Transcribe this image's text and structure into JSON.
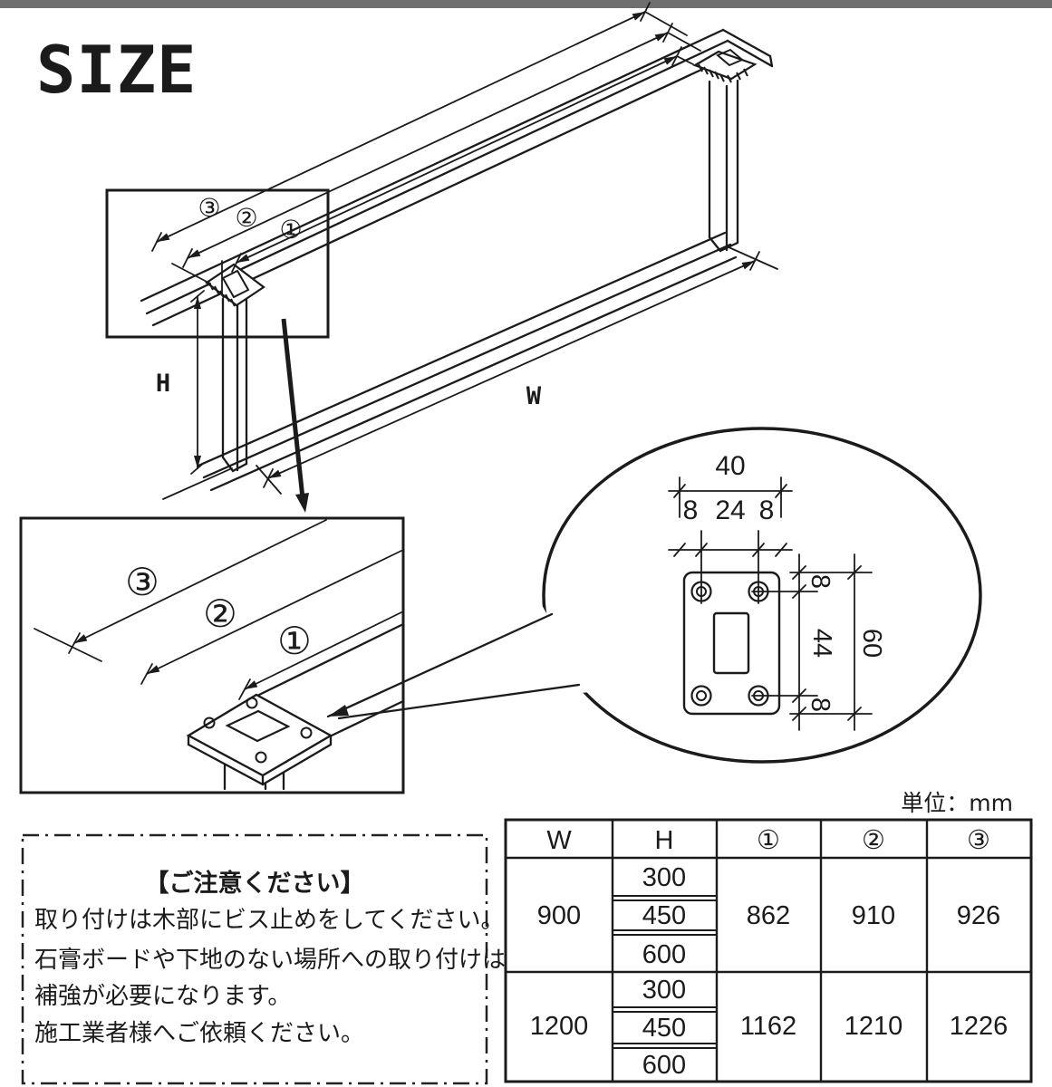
{
  "title": "SIZE",
  "diagram": {
    "width_label": "W",
    "height_label": "H",
    "marks": {
      "m1": "①",
      "m2": "②",
      "m3": "③"
    }
  },
  "balloon": {
    "dims": {
      "top_total": "40",
      "top_left": "8",
      "top_center": "24",
      "top_right": "8",
      "right_top": "8",
      "right_middle": "44",
      "right_bottom": "8",
      "right_total": "60"
    }
  },
  "table": {
    "unit_label": "単位：mm",
    "headers": [
      "W",
      "H",
      "①",
      "②",
      "③"
    ],
    "rows": [
      {
        "w": "900",
        "h": [
          "300",
          "450",
          "600"
        ],
        "c1": "862",
        "c2": "910",
        "c3": "926"
      },
      {
        "w": "1200",
        "h": [
          "300",
          "450",
          "600"
        ],
        "c1": "1162",
        "c2": "1210",
        "c3": "1226"
      }
    ]
  },
  "notice": {
    "title": "【ご注意ください】",
    "lines": [
      "取り付けは木部にビス止めをしてください。",
      "石膏ボードや下地のない場所への取り付けは",
      "補強が必要になります。",
      "施工業者様へご依頼ください。"
    ]
  }
}
